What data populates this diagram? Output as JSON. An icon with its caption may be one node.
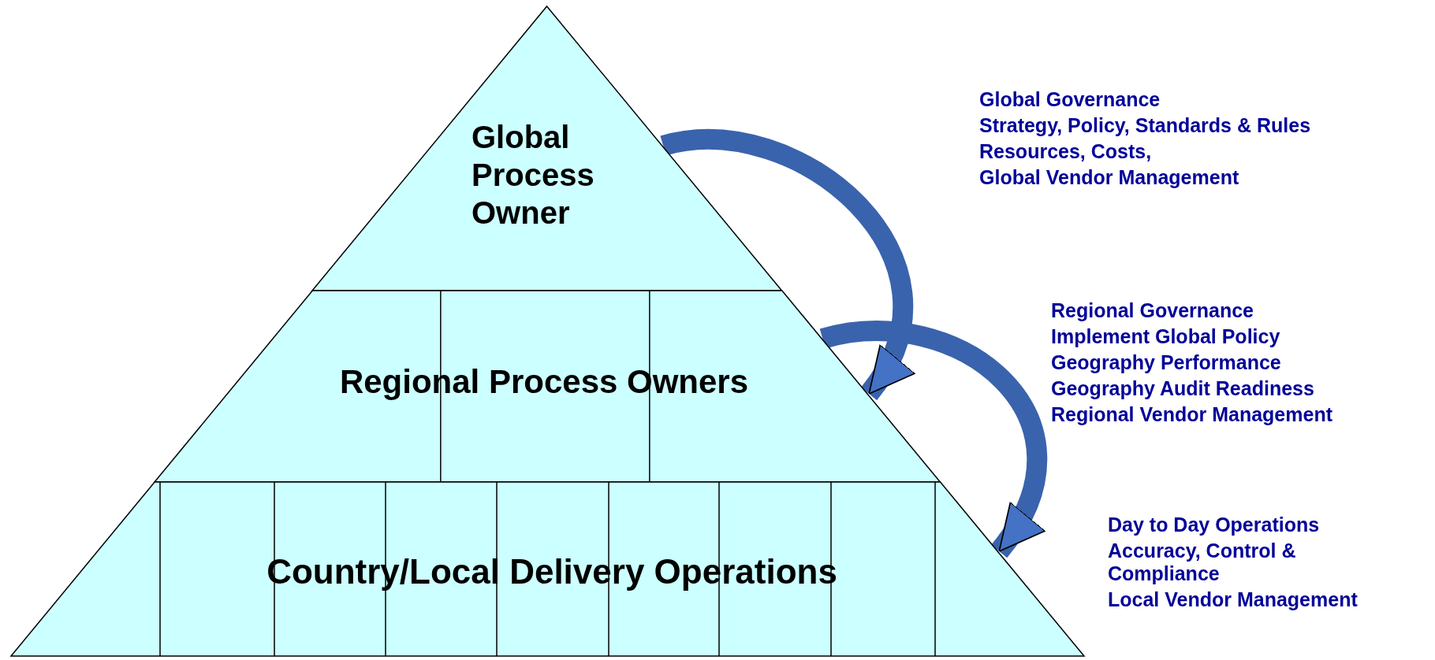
{
  "diagram": {
    "nodes": [
      {
        "text": [
          "Global Process Owner"
        ],
        "beside": [
          "Global Governance",
          "Strategy, Policy, Standards & Rules",
          "Resources, Costs,",
          "Global Vendor Management"
        ]
      },
      {
        "text": [
          "Regional Process Owners"
        ],
        "beside": [
          "Regional Governance",
          "Implement Global Policy",
          "Geography Performance",
          "Geography Audit Readiness",
          "Regional Vendor Management"
        ]
      },
      {
        "text": [
          "Country/Local Delivery Operations"
        ],
        "beside": [
          "Day to Day Operations",
          "Accuracy, Control & Compliance",
          "Local Vendor Management"
        ]
      }
    ],
    "edges": [
      {
        "from": 0,
        "to": 1,
        "arrow": "to"
      },
      {
        "from": 1,
        "to": 2,
        "arrow": "to"
      }
    ]
  }
}
